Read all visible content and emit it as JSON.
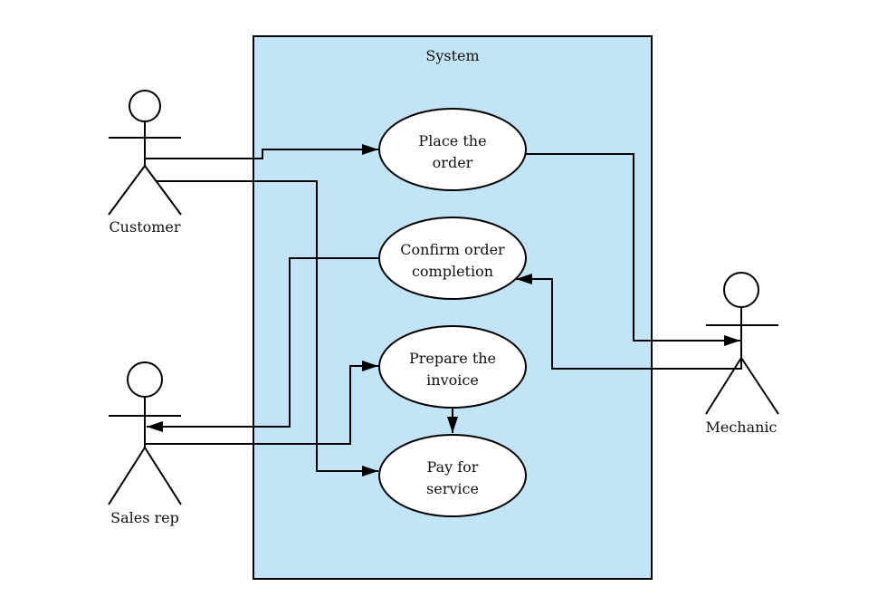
{
  "diagram": {
    "type": "UML use case diagram",
    "system": {
      "label": "System",
      "fill": "#c2e4f6"
    },
    "actors": [
      {
        "id": "customer",
        "label": "Customer"
      },
      {
        "id": "sales_rep",
        "label": "Sales rep"
      },
      {
        "id": "mechanic",
        "label": "Mechanic"
      }
    ],
    "use_cases": [
      {
        "id": "place_order",
        "lines": [
          "Place the",
          "order"
        ]
      },
      {
        "id": "confirm_completion",
        "lines": [
          "Confirm order",
          "completion"
        ]
      },
      {
        "id": "prepare_invoice",
        "lines": [
          "Prepare the",
          "invoice"
        ]
      },
      {
        "id": "pay_service",
        "lines": [
          "Pay for",
          "service"
        ]
      }
    ],
    "connections": [
      {
        "from": "customer",
        "to": "place_order"
      },
      {
        "from": "customer",
        "to": "pay_service"
      },
      {
        "from": "place_order",
        "to": "mechanic"
      },
      {
        "from": "mechanic",
        "to": "confirm_completion"
      },
      {
        "from": "confirm_completion",
        "to": "sales_rep"
      },
      {
        "from": "sales_rep",
        "to": "prepare_invoice"
      },
      {
        "from": "prepare_invoice",
        "to": "pay_service"
      }
    ]
  }
}
